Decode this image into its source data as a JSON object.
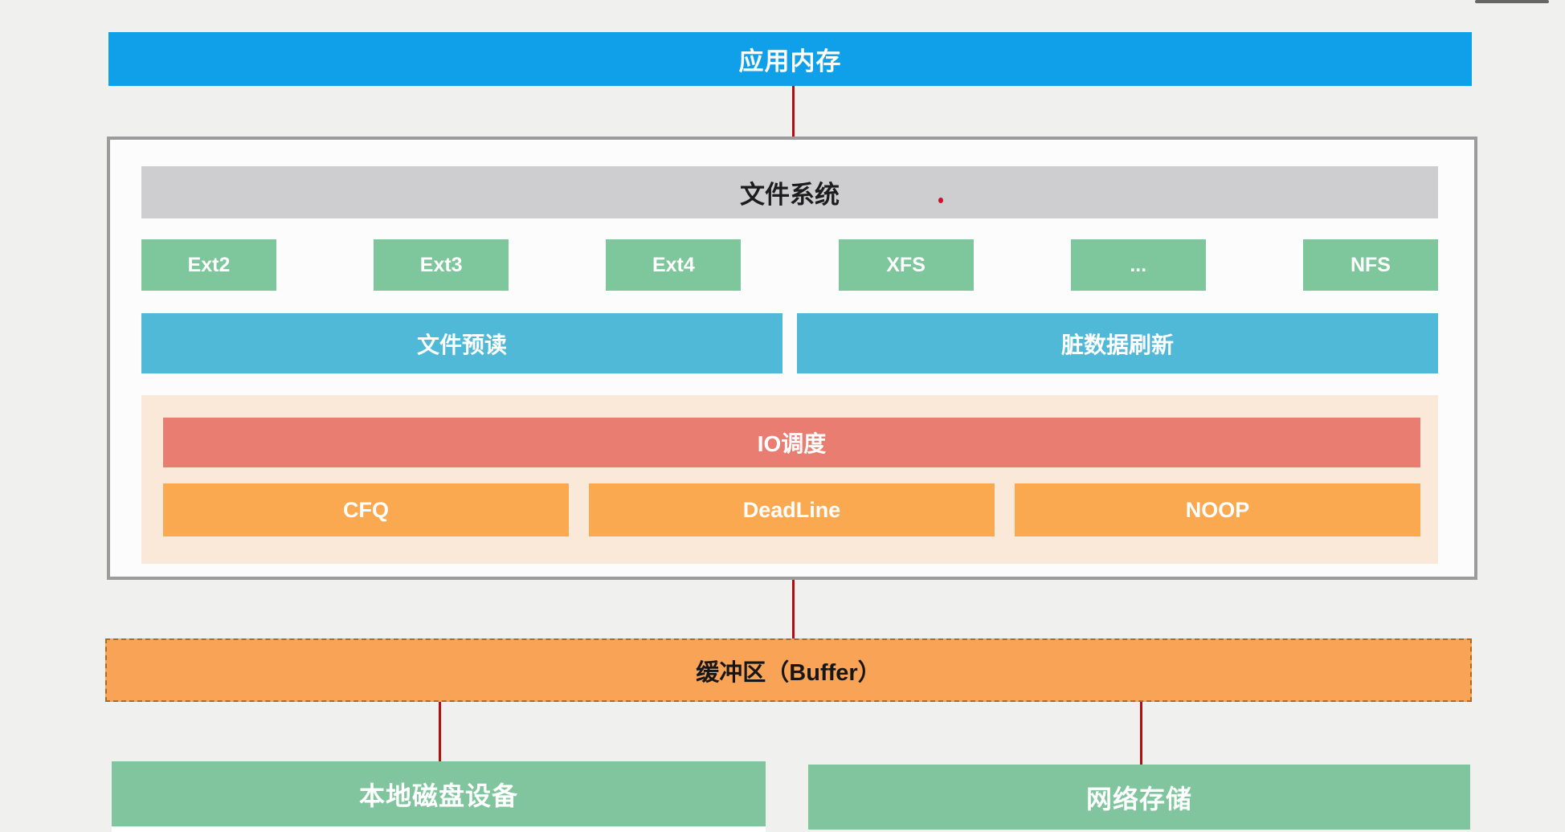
{
  "diagram": {
    "app_memory_label": "应用内存",
    "filesystem": {
      "header": "文件系统",
      "types": [
        "Ext2",
        "Ext3",
        "Ext4",
        "XFS",
        "...",
        "NFS"
      ],
      "readahead_label": "文件预读",
      "dirty_flush_label": "脏数据刷新",
      "io_scheduling": {
        "header": "IO调度",
        "schedulers": [
          "CFQ",
          "DeadLine",
          "NOOP"
        ]
      }
    },
    "buffer_label": "缓冲区（Buffer）",
    "storage": {
      "local_label": "本地磁盘设备",
      "network_label": "网络存储"
    },
    "colors": {
      "page_background": "#f0f0ef",
      "app_memory_blue": "#10a0e9",
      "filesystem_header_gray": "#cecdd0",
      "fs_type_green": "#7ec69c",
      "readahead_teal": "#4fb9d7",
      "sched_group_peach": "#fae8d9",
      "sched_header_salmon": "#e97d72",
      "scheduler_orange": "#fba950",
      "buffer_orange": "#f9a357",
      "storage_green": "#80c59e",
      "connector_red": "#b40f0f",
      "container_border_gray": "#9b9b9b"
    }
  }
}
